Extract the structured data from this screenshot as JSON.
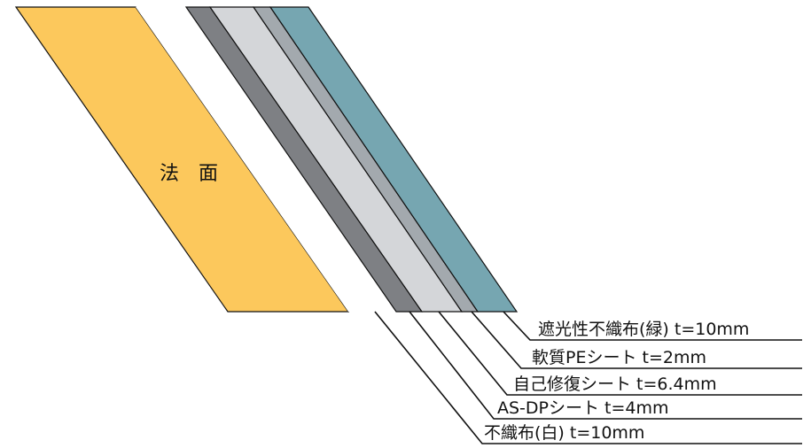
{
  "slope_label": "法　面",
  "colors": {
    "slope": "#fcc85c",
    "nonwoven_white": "#ffffff",
    "as_dp": "#7e8084",
    "self_repair": "#d4d6d9",
    "soft_pe": "#a3a9ae",
    "shading_green": "#76a6b1",
    "outline": "#111111"
  },
  "layers": [
    {
      "key": "shading_green",
      "label": "遮光性不織布(緑) t=10mm",
      "fill_color_key": "shading_green"
    },
    {
      "key": "soft_pe",
      "label": "軟質PEシート t=2mm",
      "fill_color_key": "soft_pe"
    },
    {
      "key": "self_repair",
      "label": "自己修復シート t=6.4mm",
      "fill_color_key": "self_repair"
    },
    {
      "key": "as_dp",
      "label": "AS-DPシート t=4mm",
      "fill_color_key": "as_dp"
    },
    {
      "key": "nonwoven_white",
      "label": "不織布(白) t=10mm",
      "fill_color_key": "nonwoven_white"
    }
  ]
}
